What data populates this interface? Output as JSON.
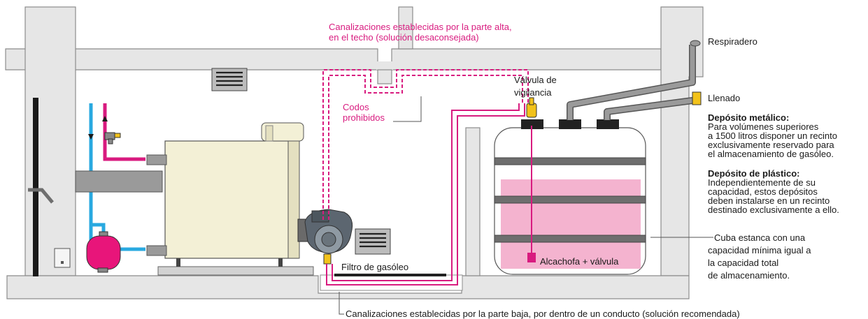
{
  "labels": {
    "high_routing": [
      "Canalizaciones establecidas por la parte alta,",
      "en el techo (solución desaconsejada)"
    ],
    "forbidden_elbows": [
      "Codos",
      "prohibidos"
    ],
    "watch_valve": [
      "Válvula de",
      "vigilancia"
    ],
    "vent": "Respiradero",
    "filling": "Llenado",
    "metal_tank_title": "Depósito metálico:",
    "metal_tank_text": [
      "Para volúmenes superiores",
      "a 1500 litros disponer un recinto",
      "exclusivamente reservado para",
      "el almacenamiento de gasóleo."
    ],
    "plastic_tank_title": "Depósito de plástico:",
    "plastic_tank_text": [
      "Independientemente de su",
      "capacidad, estos depósitos",
      "deben instalarse en un recinto",
      "destinado exclusivamente a ello."
    ],
    "sealed_tank": [
      "Cuba estanca con una",
      "capacidad mínima igual a",
      "la capacidad total",
      "de almacenamiento."
    ],
    "strainer": "Alcachofa + válvula",
    "fuel_filter": "Filtro de gasóleo",
    "low_routing": "Canalizaciones establecidas por la parte baja, por dentro de un conducto (solución recomendada)"
  },
  "colors": {
    "wall": "#e6e6e6",
    "wall_edge": "#8c8c8c",
    "fuel_line": "#d81b7f",
    "fuel_oil": "#f4b3cf",
    "cold_water": "#29a9e0",
    "boiler": "#f3f0d6",
    "pipe_grey": "#9a9a9a",
    "brass": "#f2c21b"
  }
}
